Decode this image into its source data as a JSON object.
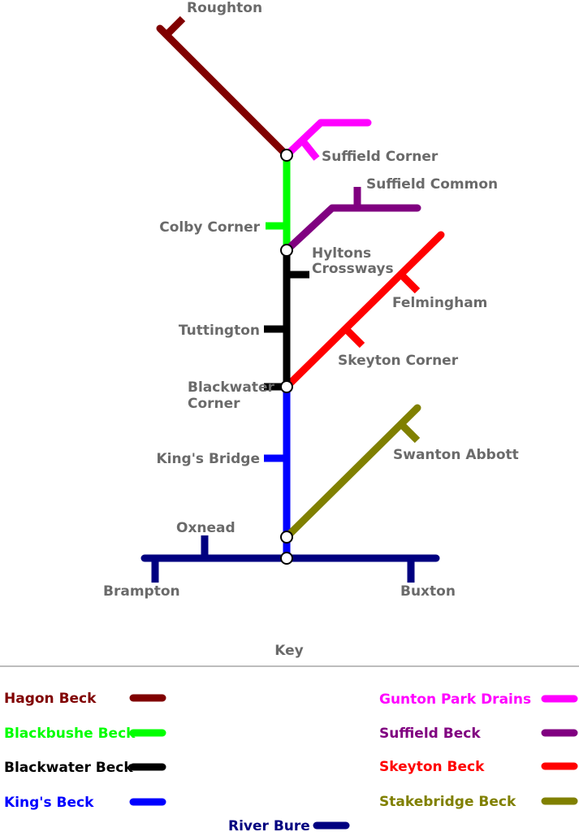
{
  "colors": {
    "hagon": "#800000",
    "blackbushe": "#00ff00",
    "blackwater": "#000000",
    "kings": "#0000ff",
    "bure": "#000080",
    "gunton": "#ff00ff",
    "suffield": "#800080",
    "skeyton": "#ff0000",
    "stakebridge": "#808000"
  },
  "places": {
    "roughton": "Roughton",
    "suffield_corner": "Suffield Corner",
    "suffield_common": "Suffield Common",
    "colby_corner": "Colby Corner",
    "hyltons_1": "Hyltons",
    "hyltons_2": "Crossways",
    "felmingham": "Felmingham",
    "tuttington": "Tuttington",
    "skeyton_corner": "Skeyton Corner",
    "blackwater_1": "Blackwater",
    "blackwater_2": "Corner",
    "kings_bridge": "King's Bridge",
    "swanton_abbott": "Swanton Abbott",
    "oxnead": "Oxnead",
    "brampton": "Brampton",
    "buxton": "Buxton"
  },
  "key": {
    "title": "Key",
    "items": [
      {
        "label": "Hagon Beck",
        "color": "#800000"
      },
      {
        "label": "Blackbushe Beck",
        "color": "#00ff00"
      },
      {
        "label": "Blackwater Beck",
        "color": "#000000"
      },
      {
        "label": "King's Beck",
        "color": "#0000ff"
      },
      {
        "label": "Gunton Park Drains",
        "color": "#ff00ff"
      },
      {
        "label": "Suffield Beck",
        "color": "#800080"
      },
      {
        "label": "Skeyton Beck",
        "color": "#ff0000"
      },
      {
        "label": "Stakebridge Beck",
        "color": "#808000"
      },
      {
        "label": "River Bure",
        "color": "#000080"
      }
    ]
  }
}
